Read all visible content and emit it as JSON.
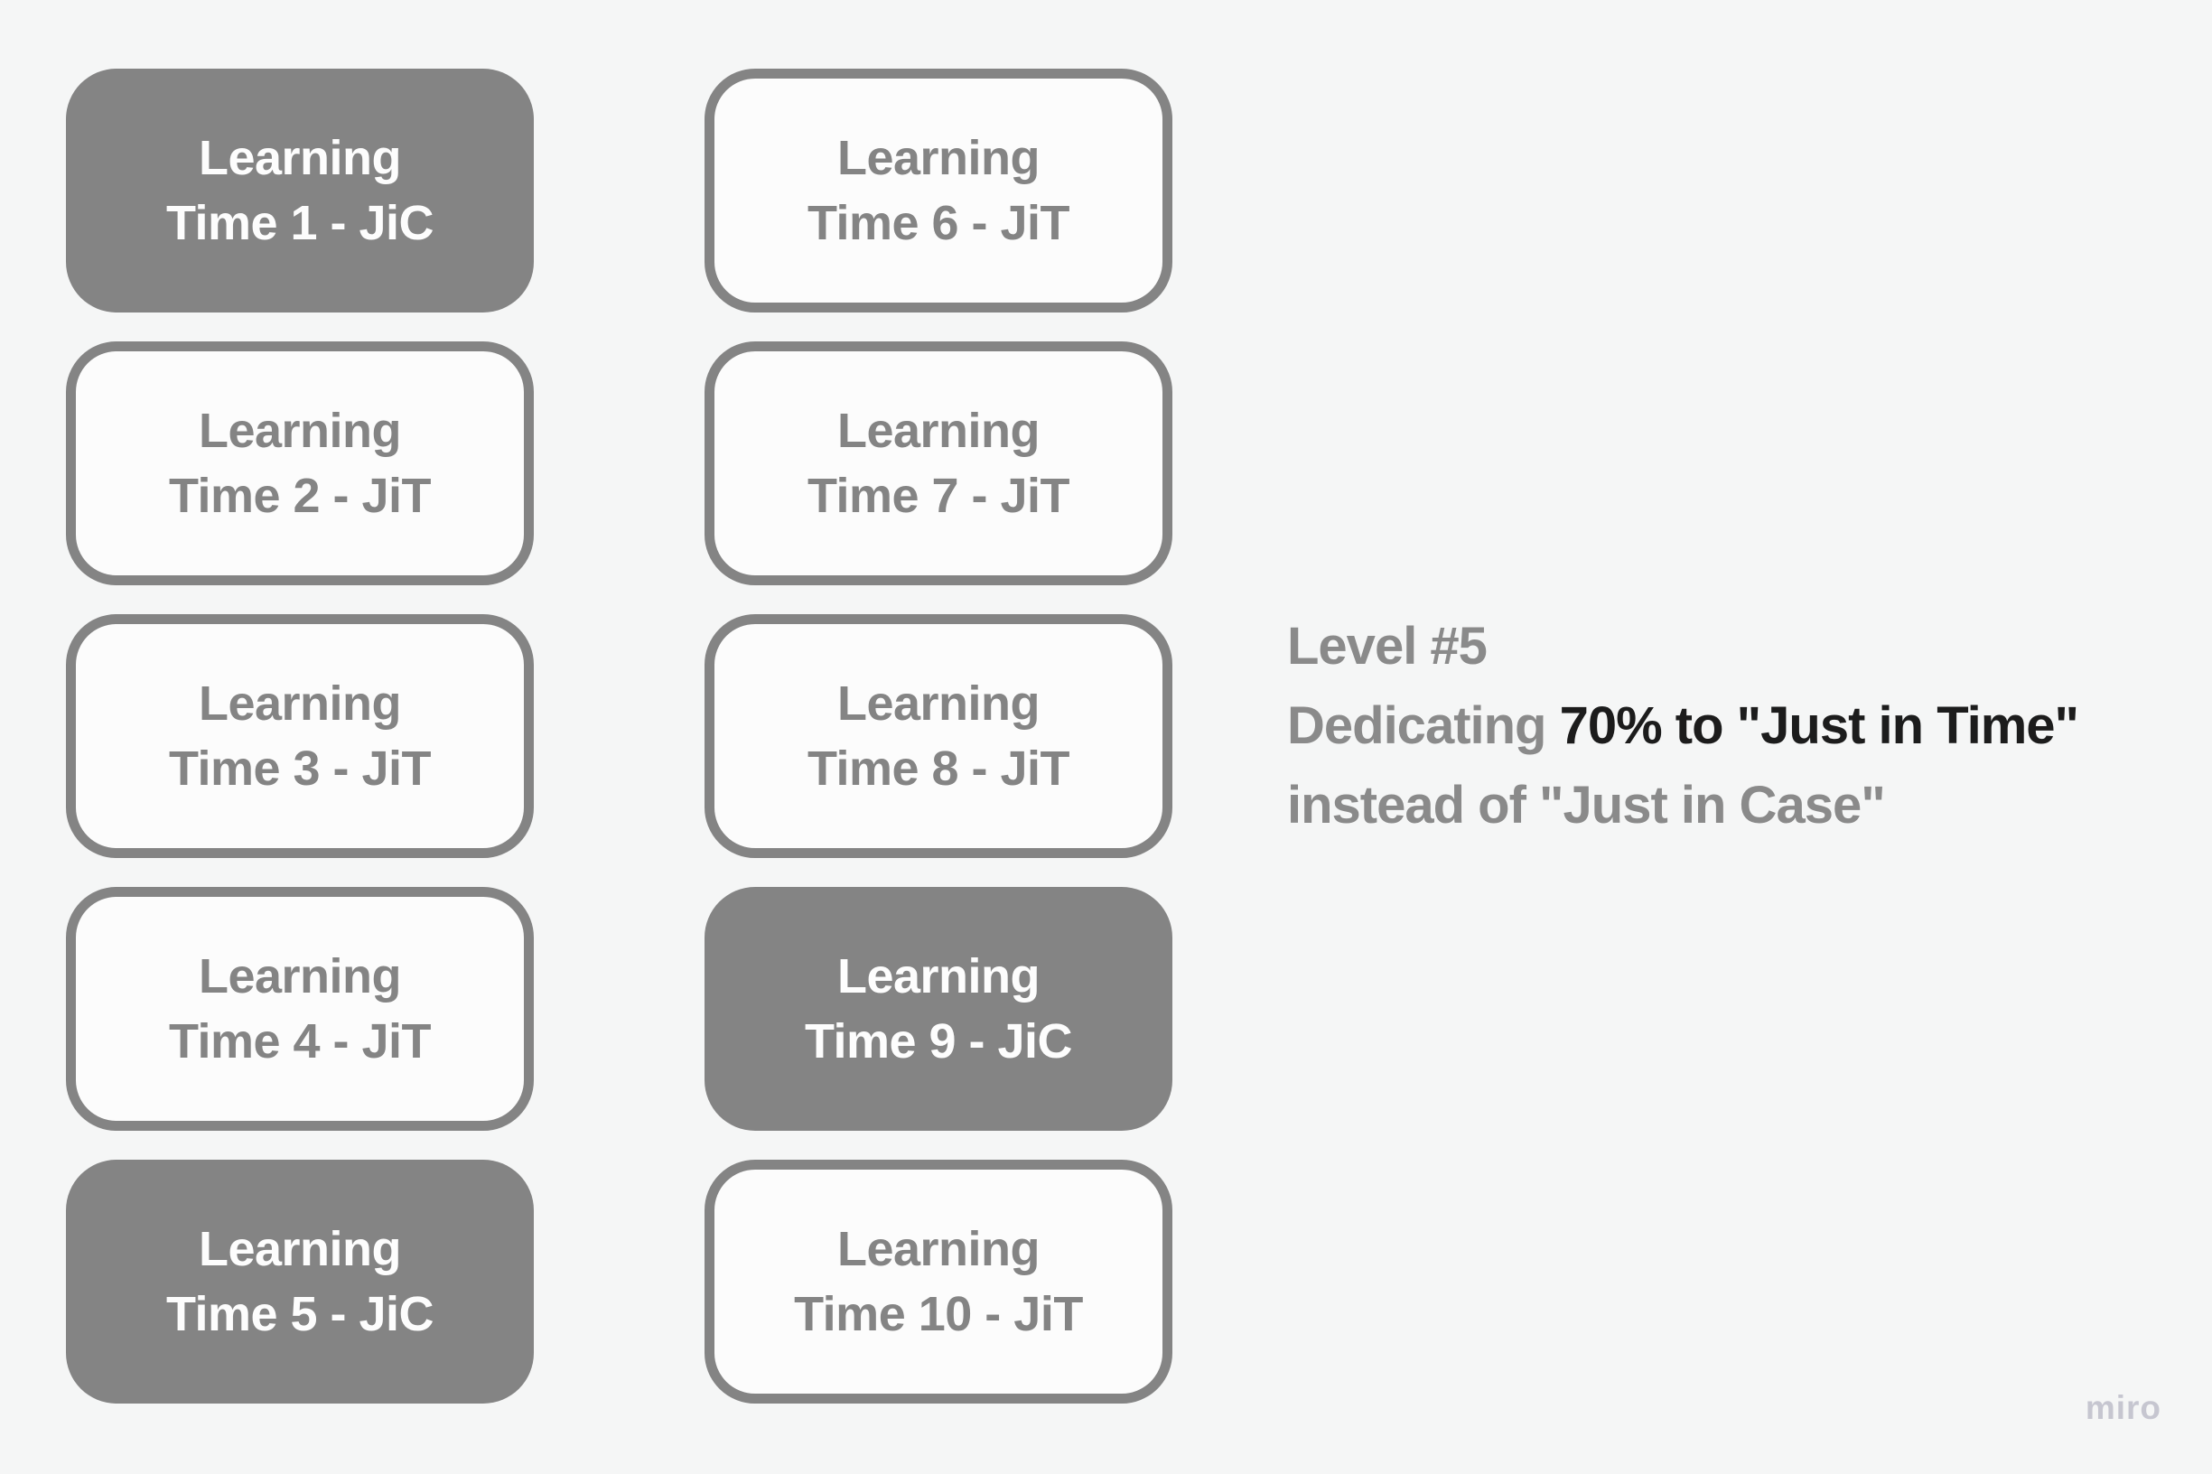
{
  "colors": {
    "background": "#f5f6f6",
    "card_gray": "#848484",
    "card_light_fill": "#fcfcfc",
    "card_light_text": "#fdfdfd",
    "annotation_gray": "#8a8a8a",
    "annotation_dark": "#1c1c1c",
    "watermark_gray": "#c6c6d0"
  },
  "cards": [
    {
      "line1": "Learning",
      "line2": "Time 1 - JiC",
      "variant": "filled"
    },
    {
      "line1": "Learning",
      "line2": "Time 2 - JiT",
      "variant": "outlined"
    },
    {
      "line1": "Learning",
      "line2": "Time 3 - JiT",
      "variant": "outlined"
    },
    {
      "line1": "Learning",
      "line2": "Time 4 - JiT",
      "variant": "outlined"
    },
    {
      "line1": "Learning",
      "line2": "Time 5 - JiC",
      "variant": "filled"
    },
    {
      "line1": "Learning",
      "line2": "Time 6 - JiT",
      "variant": "outlined"
    },
    {
      "line1": "Learning",
      "line2": "Time 7 - JiT",
      "variant": "outlined"
    },
    {
      "line1": "Learning",
      "line2": "Time 8 - JiT",
      "variant": "outlined"
    },
    {
      "line1": "Learning",
      "line2": "Time 9 - JiC",
      "variant": "filled"
    },
    {
      "line1": "Learning",
      "line2": "Time 10 - JiT",
      "variant": "outlined"
    }
  ],
  "annotation": {
    "line1": "Level #5",
    "line2_prefix": "Dedicating ",
    "line2_emphasis": "70% to \"Just in Time\"",
    "line3": "instead of \"Just in Case\""
  },
  "watermark": "miro"
}
